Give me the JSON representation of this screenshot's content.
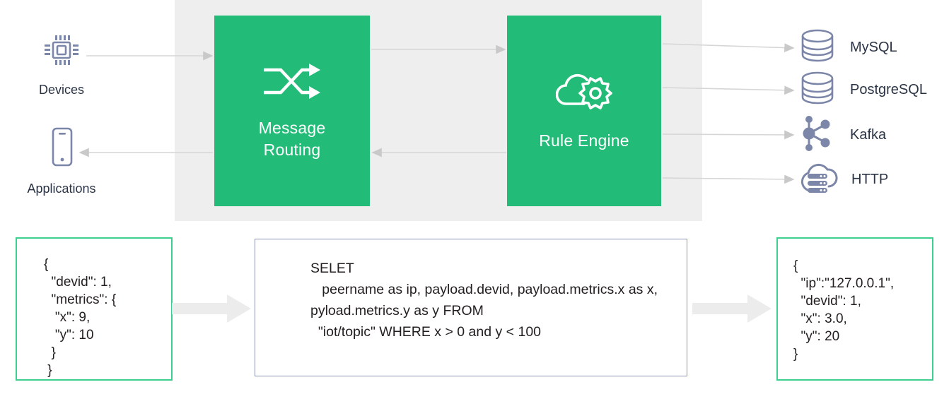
{
  "diagram": {
    "title": "EMQX message routing and rule engine data flow",
    "colors": {
      "green": "#22bb77",
      "band_grey": "#eeeeee",
      "icon_blue_grey": "#7b86a8",
      "text_navy": "#2b3445",
      "arrow_grey": "#d4d4d4",
      "block_arrow_grey": "#ececec",
      "border_green": "#3ecf8e",
      "border_blue_grey": "#8c93b5"
    }
  },
  "sources": [
    {
      "id": "devices",
      "label": "Devices",
      "icon": "cpu-chip-icon"
    },
    {
      "id": "applications",
      "label": "Applications",
      "icon": "mobile-phone-icon"
    }
  ],
  "blocks": [
    {
      "id": "message-routing",
      "label": "Message\nRouting",
      "icon": "shuffle-arrows-icon"
    },
    {
      "id": "rule-engine",
      "label": "Rule Engine",
      "icon": "cloud-gear-icon"
    }
  ],
  "destinations": [
    {
      "id": "mysql",
      "label": "MySQL",
      "icon": "database-cylinder-icon"
    },
    {
      "id": "postgresql",
      "label": "PostgreSQL",
      "icon": "database-cylinder-icon"
    },
    {
      "id": "kafka",
      "label": "Kafka",
      "icon": "node-graph-icon"
    },
    {
      "id": "http",
      "label": "HTTP",
      "icon": "cloud-server-icon"
    }
  ],
  "payload": {
    "input_json": "{\n  \"devid\": 1,\n  \"metrics\": {\n   \"x\": 9,\n   \"y\": 10\n  }\n }",
    "sql_query": "SELET\n   peername as ip, payload.devid, payload.metrics.x as x, pyload.metrics.y as y FROM\n  \"iot/topic\" WHERE x > 0 and y < 100",
    "output_json": "{\n  \"ip\":\"127.0.0.1\",\n  \"devid\": 1,\n  \"x\": 3.0,\n  \"y\": 20\n}"
  }
}
